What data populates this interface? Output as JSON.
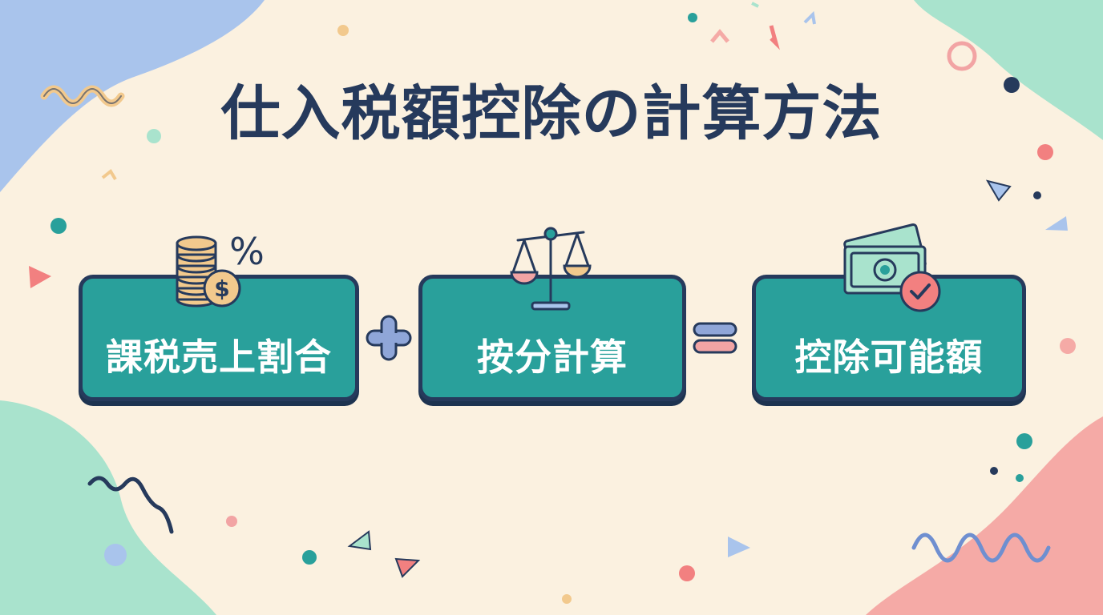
{
  "title": "仕入税額控除の計算方法",
  "steps": [
    {
      "label": "課税売上割合",
      "icon": "coins-percent-icon"
    },
    {
      "label": "按分計算",
      "icon": "balance-scale-icon"
    },
    {
      "label": "控除可能額",
      "icon": "banknotes-check-icon"
    }
  ],
  "operators": [
    "plus",
    "equals"
  ],
  "colors": {
    "background": "#fbf1e0",
    "box_fill": "#29a09b",
    "outline": "#263a5c",
    "blob_blue": "#a9c4ec",
    "blob_mint": "#a9e3cd",
    "blob_pink": "#f5aaa6",
    "coin": "#f2c98d",
    "operator_blue": "#8fa6d8",
    "operator_pink": "#f2a4a4"
  }
}
